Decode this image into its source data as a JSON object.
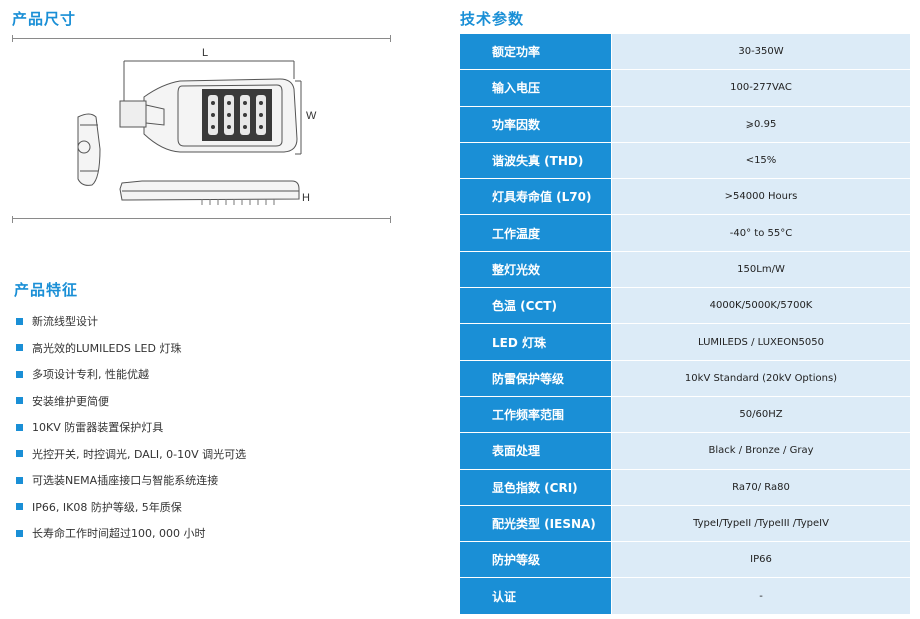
{
  "dimensions": {
    "heading": "产品尺寸",
    "labels": {
      "length": "L",
      "width": "W",
      "height": "H"
    }
  },
  "features": {
    "heading": "产品特征",
    "items": [
      "新流线型设计",
      "高光效的LUMILEDS LED 灯珠",
      "多项设计专利, 性能优越",
      "安装维护更简便",
      "10KV 防雷器装置保护灯具",
      "光控开关, 时控调光, DALI, 0-10V 调光可选",
      "可选装NEMA插座接口与智能系统连接",
      "IP66, IK08 防护等级, 5年质保",
      "长寿命工作时间超过100, 000 小时"
    ]
  },
  "specs": {
    "heading": "技术参数",
    "rows": [
      {
        "label": "额定功率",
        "value": "30-350W"
      },
      {
        "label": "输入电压",
        "value": "100-277VAC"
      },
      {
        "label": "功率因数",
        "value": "⩾0.95"
      },
      {
        "label": "谐波失真 (THD)",
        "value": "<15%"
      },
      {
        "label": "灯具寿命值 (L70)",
        "value": ">54000 Hours"
      },
      {
        "label": "工作温度",
        "value": "-40° to 55°C"
      },
      {
        "label": "整灯光效",
        "value": "150Lm/W"
      },
      {
        "label": "色温 (CCT)",
        "value": "4000K/5000K/5700K"
      },
      {
        "label": "LED 灯珠",
        "value": "LUMILEDS / LUXEON5050"
      },
      {
        "label": "防雷保护等级",
        "value": "10kV Standard (20kV Options)"
      },
      {
        "label": "工作频率范围",
        "value": "50/60HZ"
      },
      {
        "label": "表面处理",
        "value": "Black / Bronze / Gray"
      },
      {
        "label": "显色指数 (CRI)",
        "value": "Ra70/  Ra80"
      },
      {
        "label": "配光类型 (IESNA)",
        "value": "TypeI/TypeII /TypeIII /TypeIV"
      },
      {
        "label": "防护等级",
        "value": "IP66"
      },
      {
        "label": "认证",
        "value": "-"
      }
    ]
  }
}
